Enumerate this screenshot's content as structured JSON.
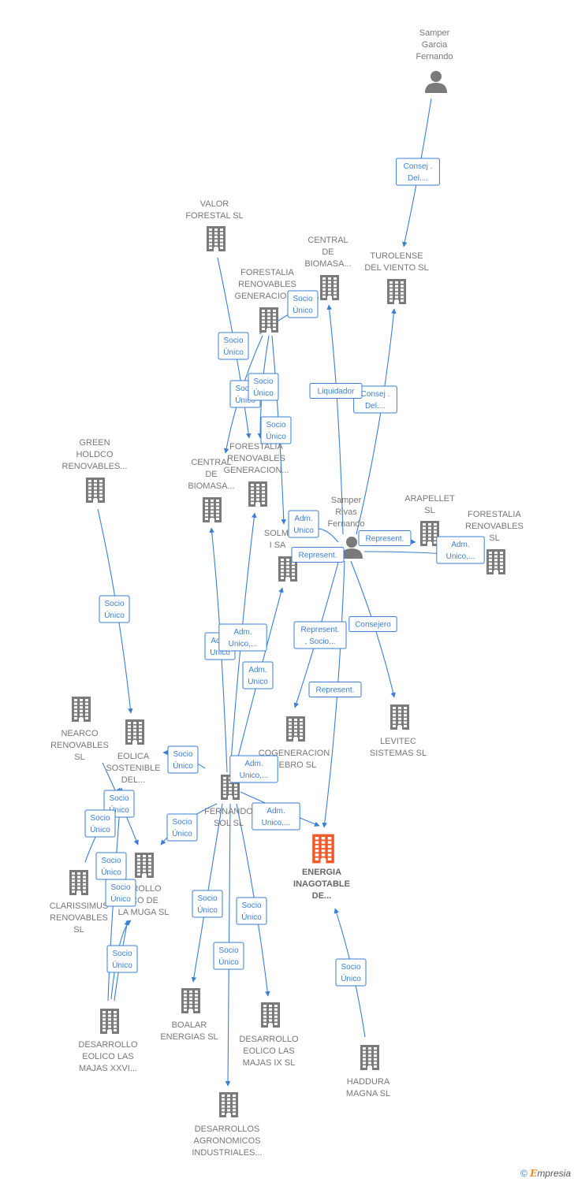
{
  "colors": {
    "node": "#7a7a7a",
    "focus": "#f05a28",
    "edge": "#3a7fd5",
    "label": "#777777"
  },
  "nodes": [
    {
      "id": "samper_garcia",
      "type": "person",
      "label": [
        "Samper",
        "Garcia",
        "Fernando"
      ]
    },
    {
      "id": "turolense",
      "type": "company",
      "label": [
        "TUROLENSE",
        "DEL VIENTO SL"
      ]
    },
    {
      "id": "valor_forestal",
      "type": "company",
      "label": [
        "VALOR",
        "FORESTAL SL"
      ]
    },
    {
      "id": "central_biomasa_1",
      "type": "company",
      "label": [
        "CENTRAL",
        "DE",
        "BIOMASA..."
      ]
    },
    {
      "id": "forestalia_gen_1",
      "type": "company",
      "label": [
        "FORESTALIA",
        "RENOVABLES",
        "GENERACION..."
      ]
    },
    {
      "id": "forestalia_gen_2",
      "type": "company",
      "label": [
        "FORESTALIA",
        "RENOVABLES",
        "GENERACION..."
      ]
    },
    {
      "id": "central_biomasa_2",
      "type": "company",
      "label": [
        "CENTRAL",
        "DE",
        "BIOMASA..."
      ]
    },
    {
      "id": "green_holdco",
      "type": "company",
      "label": [
        "GREEN",
        "HOLDCO",
        "RENOVABLES..."
      ]
    },
    {
      "id": "samper_rivas",
      "type": "person",
      "label": [
        "Samper",
        "Rivas",
        "Fernando"
      ]
    },
    {
      "id": "arapellet",
      "type": "company",
      "label": [
        "ARAPELLET",
        "SL"
      ]
    },
    {
      "id": "forestalia_sl",
      "type": "company",
      "label": [
        "FORESTALIA",
        "RENOVABLES",
        "SL"
      ]
    },
    {
      "id": "solmi",
      "type": "company",
      "label": [
        "SOLMI",
        "I SA"
      ]
    },
    {
      "id": "nearco",
      "type": "company",
      "label": [
        "NEARCO",
        "RENOVABLES",
        "SL"
      ]
    },
    {
      "id": "eolica_sostenible",
      "type": "company",
      "label": [
        "EOLICA",
        "SOSTENIBLE",
        "DEL..."
      ]
    },
    {
      "id": "cogeneracion_ebro",
      "type": "company",
      "label": [
        "COGENERACION",
        "L EBRO  SL"
      ]
    },
    {
      "id": "levitec",
      "type": "company",
      "label": [
        "LEVITEC",
        "SISTEMAS  SL"
      ]
    },
    {
      "id": "fernando_sol",
      "type": "company",
      "label": [
        "FERNANDO",
        "SOL SL"
      ]
    },
    {
      "id": "energia_inagotable",
      "type": "focus",
      "label": [
        "ENERGIA",
        "INAGOTABLE",
        "DE..."
      ]
    },
    {
      "id": "desarrollo_muga",
      "type": "company",
      "label": [
        "RROLLO",
        "ICO DE",
        "LA MUGA SL"
      ]
    },
    {
      "id": "clarissimus",
      "type": "company",
      "label": [
        "CLARISSIMUS",
        "RENOVABLES",
        "SL"
      ]
    },
    {
      "id": "boalar",
      "type": "company",
      "label": [
        "BOALAR",
        "ENERGIAS  SL"
      ]
    },
    {
      "id": "majas_ix",
      "type": "company",
      "label": [
        "DESARROLLO",
        "EOLICO LAS",
        "MAJAS IX  SL"
      ]
    },
    {
      "id": "majas_xxvi",
      "type": "company",
      "label": [
        "DESARROLLO",
        "EOLICO LAS",
        "MAJAS XXVI..."
      ]
    },
    {
      "id": "haddura",
      "type": "company",
      "label": [
        "HADDURA",
        "MAGNA  SL"
      ]
    },
    {
      "id": "desarrollos_agro",
      "type": "company",
      "label": [
        "DESARROLLOS",
        "AGRONOMICOS",
        "INDUSTRIALES..."
      ]
    }
  ],
  "edges": [
    {
      "from": "samper_garcia",
      "to": "turolense",
      "label": [
        "Consej .",
        "Del...."
      ]
    },
    {
      "from": "samper_rivas",
      "to": "turolense",
      "label": [
        "Consej .",
        "Del...."
      ]
    },
    {
      "from": "samper_rivas",
      "to": "central_biomasa_1",
      "label": [
        "Liquidador"
      ]
    },
    {
      "from": "forestalia_gen_1",
      "to": "central_biomasa_1",
      "label": [
        "Socio",
        "Único"
      ]
    },
    {
      "from": "valor_forestal",
      "to": "forestalia_gen_2",
      "label": [
        "Socio",
        "Único"
      ]
    },
    {
      "from": "forestalia_gen_1",
      "to": "central_biomasa_2",
      "label": [
        "Socio",
        "Único"
      ]
    },
    {
      "from": "forestalia_gen_1",
      "to": "forestalia_gen_2",
      "label": [
        "Socio",
        "Único"
      ]
    },
    {
      "from": "forestalia_gen_1",
      "to": "solmi",
      "label": [
        "Socio",
        "Único"
      ]
    },
    {
      "from": "samper_rivas",
      "to": "solmi",
      "label": [
        "Adm.",
        "Unico"
      ]
    },
    {
      "from": "samper_rivas",
      "to": "solmi",
      "label": [
        "Represent."
      ]
    },
    {
      "from": "samper_rivas",
      "to": "arapellet",
      "label": [
        "Represent."
      ]
    },
    {
      "from": "samper_rivas",
      "to": "forestalia_sl",
      "label": [
        "Adm.",
        "Unico,..."
      ]
    },
    {
      "from": "samper_rivas",
      "to": "cogeneracion_ebro",
      "label": [
        "Represent.",
        ", Socio..."
      ]
    },
    {
      "from": "samper_rivas",
      "to": "levitec",
      "label": [
        "Consejero"
      ]
    },
    {
      "from": "samper_rivas",
      "to": "energia_inagotable",
      "label": [
        "Represent."
      ]
    },
    {
      "from": "green_holdco",
      "to": "eolica_sostenible",
      "label": [
        "Socio",
        "Único"
      ]
    },
    {
      "from": "fernando_sol",
      "to": "central_biomasa_2",
      "label": [
        "Adm.",
        "Unico"
      ]
    },
    {
      "from": "fernando_sol",
      "to": "forestalia_gen_2",
      "label": [
        "Adm.",
        "Unico,..."
      ]
    },
    {
      "from": "fernando_sol",
      "to": "solmi",
      "label": [
        "Adm.",
        "Unico"
      ]
    },
    {
      "from": "fernando_sol",
      "to": "eolica_sostenible",
      "label": [
        "Socio",
        "Único"
      ]
    },
    {
      "from": "fernando_sol",
      "to": "cogeneracion_ebro",
      "label": [
        "Adm.",
        "Unico,..."
      ]
    },
    {
      "from": "fernando_sol",
      "to": "energia_inagotable",
      "label": [
        "Adm.",
        "Unico,..."
      ]
    },
    {
      "from": "fernando_sol",
      "to": "desarrollo_muga",
      "label": [
        "Socio",
        "Único"
      ]
    },
    {
      "from": "fernando_sol",
      "to": "boalar",
      "label": [
        "Socio",
        "Único"
      ]
    },
    {
      "from": "fernando_sol",
      "to": "majas_ix",
      "label": [
        "Socio",
        "Único"
      ]
    },
    {
      "from": "fernando_sol",
      "to": "desarrollos_agro",
      "label": [
        "Socio",
        "Único"
      ]
    },
    {
      "from": "nearco",
      "to": "desarrollo_muga",
      "label": [
        "Socio",
        "Único"
      ]
    },
    {
      "from": "clarissimus",
      "to": "eolica_sostenible",
      "label": [
        "Socio",
        "Único"
      ]
    },
    {
      "from": "majas_xxvi",
      "to": "desarrollo_muga",
      "label": [
        "Socio",
        "Único"
      ]
    },
    {
      "from": "majas_xxvi",
      "to": "desarrollo_muga",
      "label": [
        "Socio",
        "Único"
      ]
    },
    {
      "from": "majas_xxvi",
      "to": "eolica_sostenible",
      "label": [
        "Socio",
        "Único"
      ]
    },
    {
      "from": "haddura",
      "to": "energia_inagotable",
      "label": [
        "Socio",
        "Único"
      ]
    }
  ],
  "brand": {
    "copyright": "©",
    "e": "E",
    "rest": "mpresia"
  }
}
